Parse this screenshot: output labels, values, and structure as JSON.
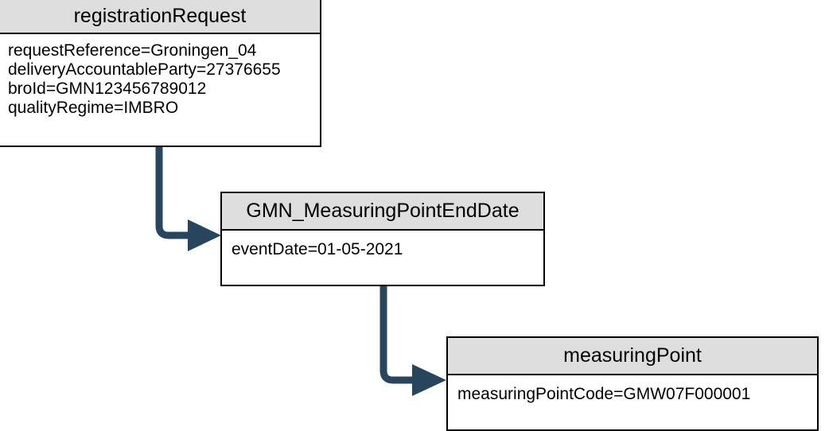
{
  "diagram": {
    "type": "uml-object-diagram",
    "accent_color": "#27455C",
    "header_fill": "#DEDEDE",
    "body_fill": "#FFFFFF",
    "border_color": "#000000",
    "boxes": [
      {
        "id": "registrationRequest",
        "title": "registrationRequest",
        "attributes": [
          "requestReference=Groningen_04",
          "deliveryAccountableParty=27376655",
          "broId=GMN123456789012",
          "qualityRegime=IMBRO"
        ]
      },
      {
        "id": "GMN_MeasuringPointEndDate",
        "title": "GMN_MeasuringPointEndDate",
        "attributes": [
          "eventDate=01-05-2021"
        ]
      },
      {
        "id": "measuringPoint",
        "title": "measuringPoint",
        "attributes": [
          "measuringPointCode=GMW07F000001"
        ]
      }
    ],
    "connectors": [
      {
        "id": "registrationRequest-to-endDate",
        "from": "registrationRequest",
        "to": "GMN_MeasuringPointEndDate",
        "style": "elbow-arrow"
      },
      {
        "id": "endDate-to-measuringPoint",
        "from": "GMN_MeasuringPointEndDate",
        "to": "measuringPoint",
        "style": "elbow-arrow"
      }
    ]
  }
}
